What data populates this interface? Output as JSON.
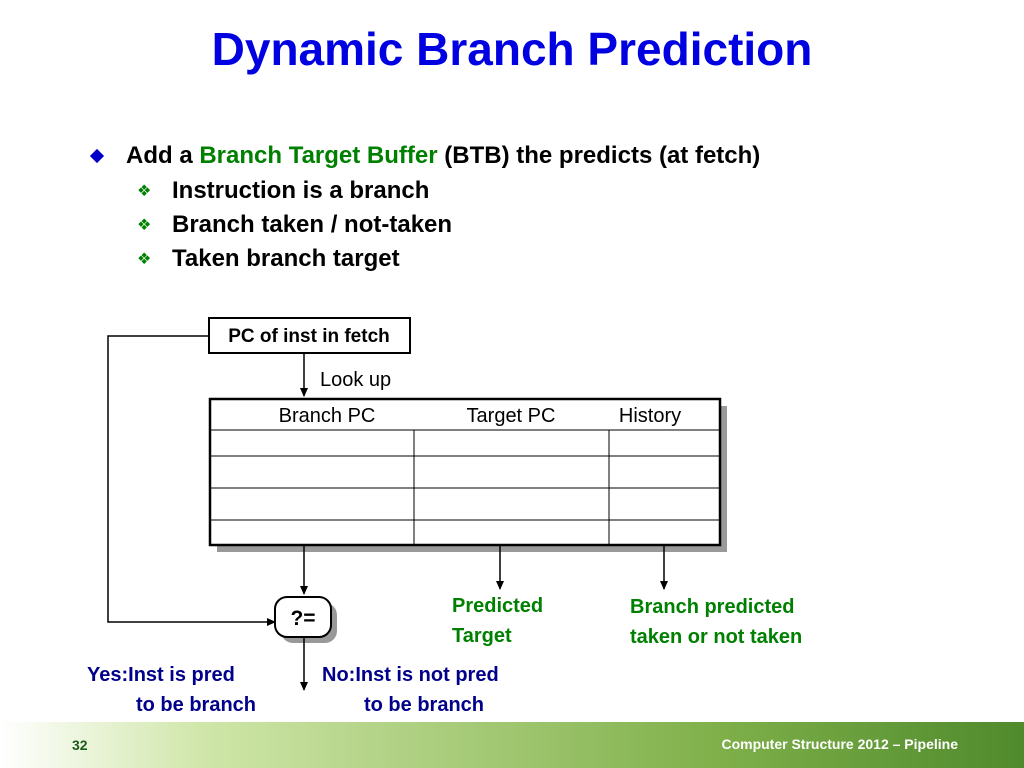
{
  "title": "Dynamic Branch Prediction",
  "bullet": {
    "prefix": "Add a ",
    "highlight": "Branch Target Buffer",
    "suffix": " (BTB) the predicts (at fetch)",
    "sub_items": [
      "Instruction is a branch",
      "Branch taken / not-taken",
      "Taken branch target"
    ]
  },
  "diagram": {
    "pc_box": "PC of inst in fetch",
    "lookup": "Look up",
    "table_headers": [
      "Branch PC",
      "Target PC",
      "History"
    ],
    "compare": "?=",
    "predicted_target": [
      "Predicted",
      "Target"
    ],
    "branch_predicted": [
      "Branch predicted",
      "taken or not taken"
    ],
    "yes": [
      "Yes:Inst is pred",
      "to be branch"
    ],
    "no": [
      "No:Inst is not pred",
      "to be branch"
    ]
  },
  "footer": {
    "page": "32",
    "text": "Computer Structure 2012 – Pipeline"
  },
  "colors": {
    "title": "#0000e0",
    "highlight": "#008000",
    "diagram_label_blue": "#00008b",
    "diagram_label_green": "#008000"
  }
}
